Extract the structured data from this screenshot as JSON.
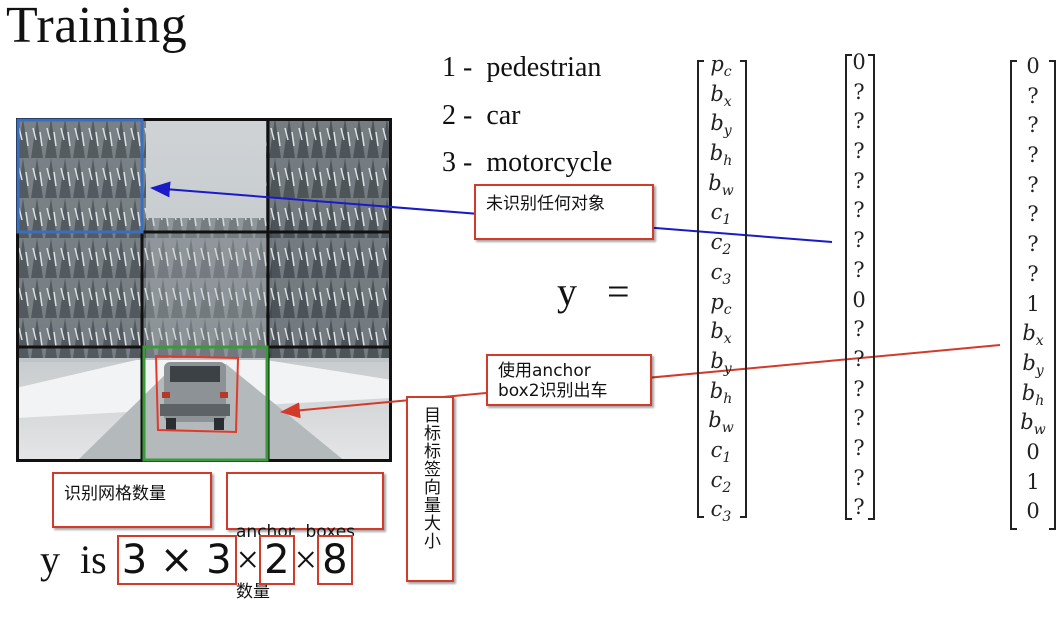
{
  "title": "Training",
  "classes": [
    {
      "num": "1 -",
      "label": "pedestrian"
    },
    {
      "num": "2 -",
      "label": "car"
    },
    {
      "num": "3 -",
      "label": "motorcycle"
    }
  ],
  "labels_vector": [
    {
      "v": "p",
      "s": "c"
    },
    {
      "v": "b",
      "s": "x"
    },
    {
      "v": "b",
      "s": "y"
    },
    {
      "v": "b",
      "s": "h"
    },
    {
      "v": "b",
      "s": "w"
    },
    {
      "v": "c",
      "s": "1"
    },
    {
      "v": "c",
      "s": "2"
    },
    {
      "v": "c",
      "s": "3"
    },
    {
      "v": "p",
      "s": "c"
    },
    {
      "v": "b",
      "s": "x"
    },
    {
      "v": "b",
      "s": "y"
    },
    {
      "v": "b",
      "s": "h"
    },
    {
      "v": "b",
      "s": "w"
    },
    {
      "v": "c",
      "s": "1"
    },
    {
      "v": "c",
      "s": "2"
    },
    {
      "v": "c",
      "s": "3"
    }
  ],
  "vector_no_object": [
    {
      "v": "0"
    },
    {
      "v": "?"
    },
    {
      "v": "?"
    },
    {
      "v": "?"
    },
    {
      "v": "?"
    },
    {
      "v": "?"
    },
    {
      "v": "?"
    },
    {
      "v": "?"
    },
    {
      "v": "0"
    },
    {
      "v": "?"
    },
    {
      "v": "?"
    },
    {
      "v": "?"
    },
    {
      "v": "?"
    },
    {
      "v": "?"
    },
    {
      "v": "?"
    },
    {
      "v": "?"
    }
  ],
  "vector_car": [
    {
      "v": "0"
    },
    {
      "v": "?"
    },
    {
      "v": "?"
    },
    {
      "v": "?"
    },
    {
      "v": "?"
    },
    {
      "v": "?"
    },
    {
      "v": "?"
    },
    {
      "v": "?"
    },
    {
      "v": "1"
    },
    {
      "v": "b",
      "s": "x"
    },
    {
      "v": "b",
      "s": "y"
    },
    {
      "v": "b",
      "s": "h"
    },
    {
      "v": "b",
      "s": "w"
    },
    {
      "v": "0"
    },
    {
      "v": "1"
    },
    {
      "v": "0"
    }
  ],
  "equation": {
    "lhs": "y",
    "eq": "="
  },
  "annotations": {
    "no_object": "未识别任何对象",
    "anchor_car_line1": "使用anchor",
    "anchor_car_line2": "box2识别出车",
    "grid_count": "识别网格数量",
    "anchor_boxes_line1": "anchor  boxes",
    "anchor_boxes_line2": "数量",
    "target_size": "目标标签向量大小"
  },
  "output_shape": {
    "prefix": "y  is",
    "grid": "3 × 3",
    "times1": "×",
    "anchors": "2",
    "times2": "×",
    "depth": "8"
  },
  "colors": {
    "blue_cell": "#3a6fc0",
    "green_box": "#3a9a3a",
    "red": "#d23a2a",
    "blue_arrow": "#1a1ac8"
  }
}
